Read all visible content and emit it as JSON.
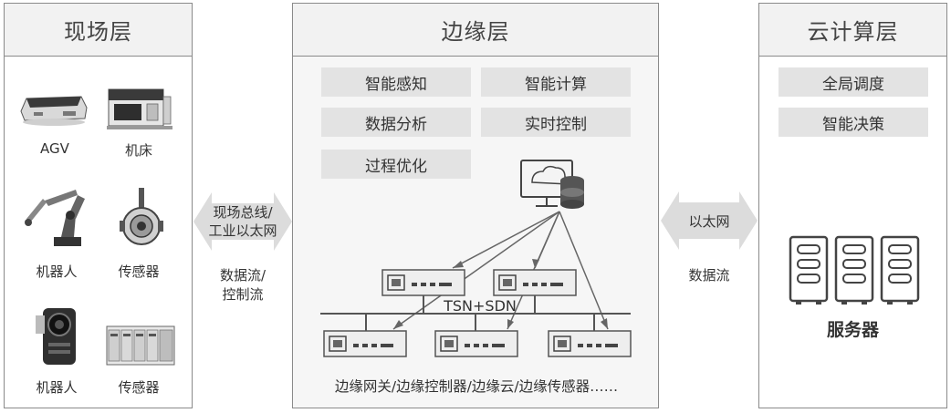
{
  "field": {
    "title": "现场层",
    "devices": [
      {
        "label": "AGV",
        "icon": "agv-icon"
      },
      {
        "label": "机床",
        "icon": "machine-tool-icon"
      },
      {
        "label": "机器人",
        "icon": "robot-arm-icon"
      },
      {
        "label": "传感器",
        "icon": "pressure-sensor-icon"
      },
      {
        "label": "机器人",
        "icon": "vision-robot-icon"
      },
      {
        "label": "传感器",
        "icon": "sensor-modules-icon"
      }
    ]
  },
  "left_link": {
    "bus": "现场总线/",
    "net": "工业以太网",
    "flow1": "数据流/",
    "flow2": "控制流"
  },
  "edge": {
    "title": "边缘层",
    "functions": [
      "智能感知",
      "智能计算",
      "数据分析",
      "实时控制",
      "过程优化"
    ],
    "network_label": "TSN+SDN",
    "footer": "边缘网关/边缘控制器/边缘云/边缘传感器……"
  },
  "right_link": {
    "net": "以太网",
    "flow": "数据流"
  },
  "cloud": {
    "title": "云计算层",
    "functions": [
      "全局调度",
      "智能决策"
    ],
    "server_label": "服务器"
  }
}
